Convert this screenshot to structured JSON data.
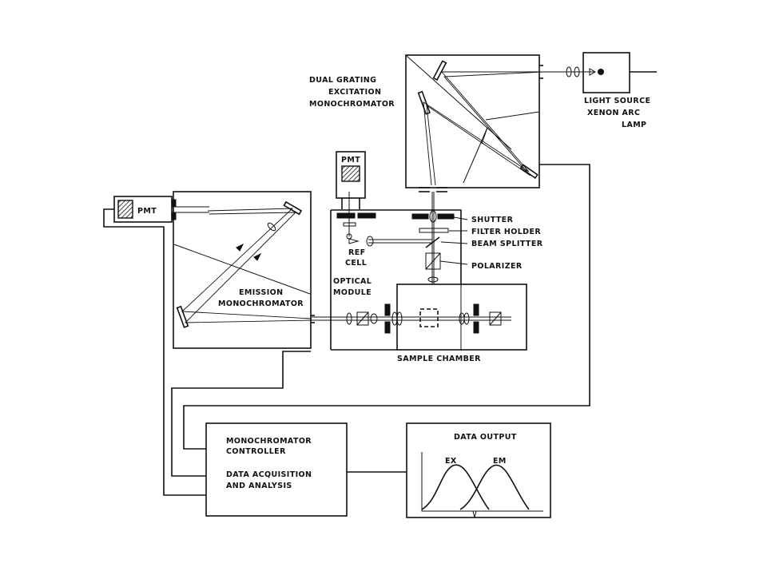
{
  "labels": {
    "excitation_mono": [
      "DUAL GRATING",
      "EXCITATION",
      "MONOCHROMATOR"
    ],
    "light_source": [
      "LIGHT SOURCE",
      "XENON ARC",
      "LAMP"
    ],
    "pmt_ref": "PMT",
    "pmt_em": "PMT",
    "shutter": "SHUTTER",
    "filter_holder": "FILTER HOLDER",
    "beam_splitter": "BEAM SPLITTER",
    "polarizer": "POLARIZER",
    "ref_cell": [
      "REF",
      "CELL"
    ],
    "optical_module": [
      "OPTICAL",
      "MODULE"
    ],
    "emission_mono": [
      "EMISSION",
      "MONOCHROMATOR"
    ],
    "sample_chamber": "SAMPLE CHAMBER",
    "controller": [
      "MONOCHROMATOR",
      "CONTROLLER"
    ],
    "acquisition": [
      "DATA  ACQUISITION",
      "AND  ANALYSIS"
    ],
    "data_output": "DATA OUTPUT",
    "ex": "EX",
    "em": "EM"
  }
}
